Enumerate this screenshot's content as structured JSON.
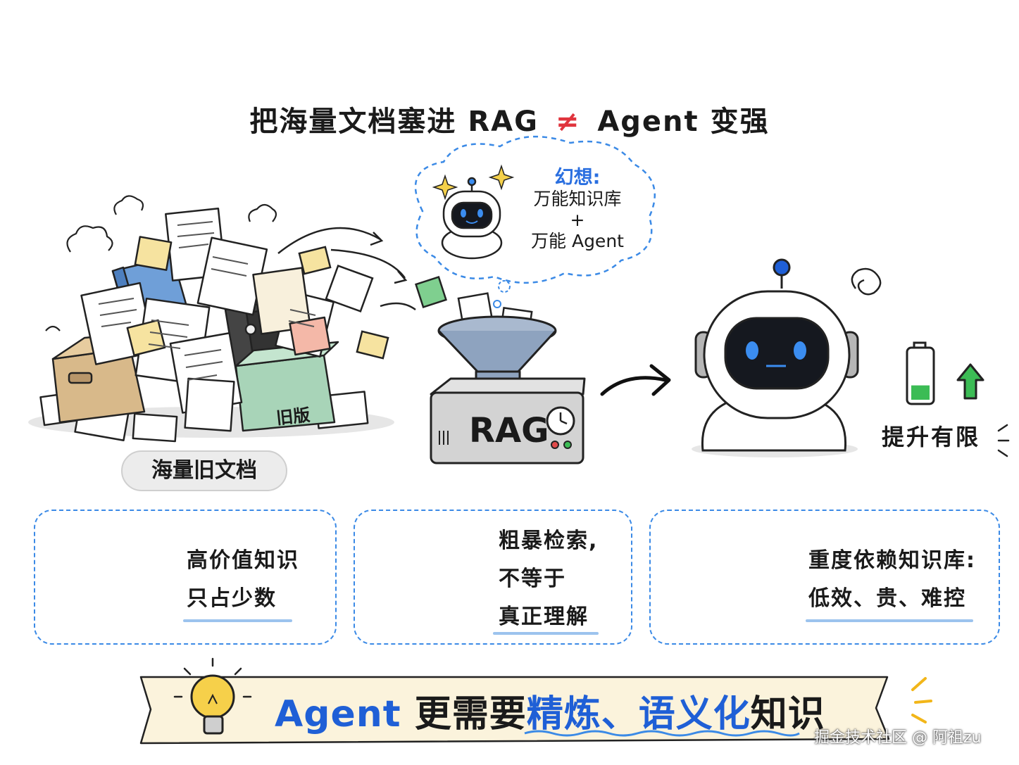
{
  "title": {
    "before": "把海量文档塞进 RAG",
    "neq": "≠",
    "after": "Agent 变强"
  },
  "thought": {
    "heading": "幻想:",
    "line1": "万能知识库",
    "plus": "+",
    "line2": "万能 Agent"
  },
  "pile": {
    "box_label": "旧版",
    "pill_label": "海量旧文档"
  },
  "machine": {
    "label": "RAG"
  },
  "result": {
    "label": "提升有限",
    "battery_level": 0.3
  },
  "cards": [
    {
      "lines": [
        "高价值知识",
        "只占少数"
      ],
      "icon": "diamond-icon"
    },
    {
      "lines": [
        "粗暴检索,",
        "不等于",
        "真正理解"
      ],
      "icon": "burst-icon"
    },
    {
      "lines": [
        "重度依赖知识库:",
        "低效、贵、难控"
      ],
      "icon": "target-icon"
    }
  ],
  "banner": {
    "part1": "Agent",
    "part2": "更需要",
    "part3": "精炼、语义化",
    "part4": "知识"
  },
  "watermark": "掘金技术社区 @ 阿祖zu",
  "colors": {
    "accent_blue": "#1f5fd6",
    "dashed_border": "#3b8ae6",
    "neq_red": "#e0343d",
    "banner_bg": "#fbf3dc",
    "robot_screen": "#15181f",
    "robot_eye": "#3b8df0",
    "battery_green": "#3cbc55"
  }
}
